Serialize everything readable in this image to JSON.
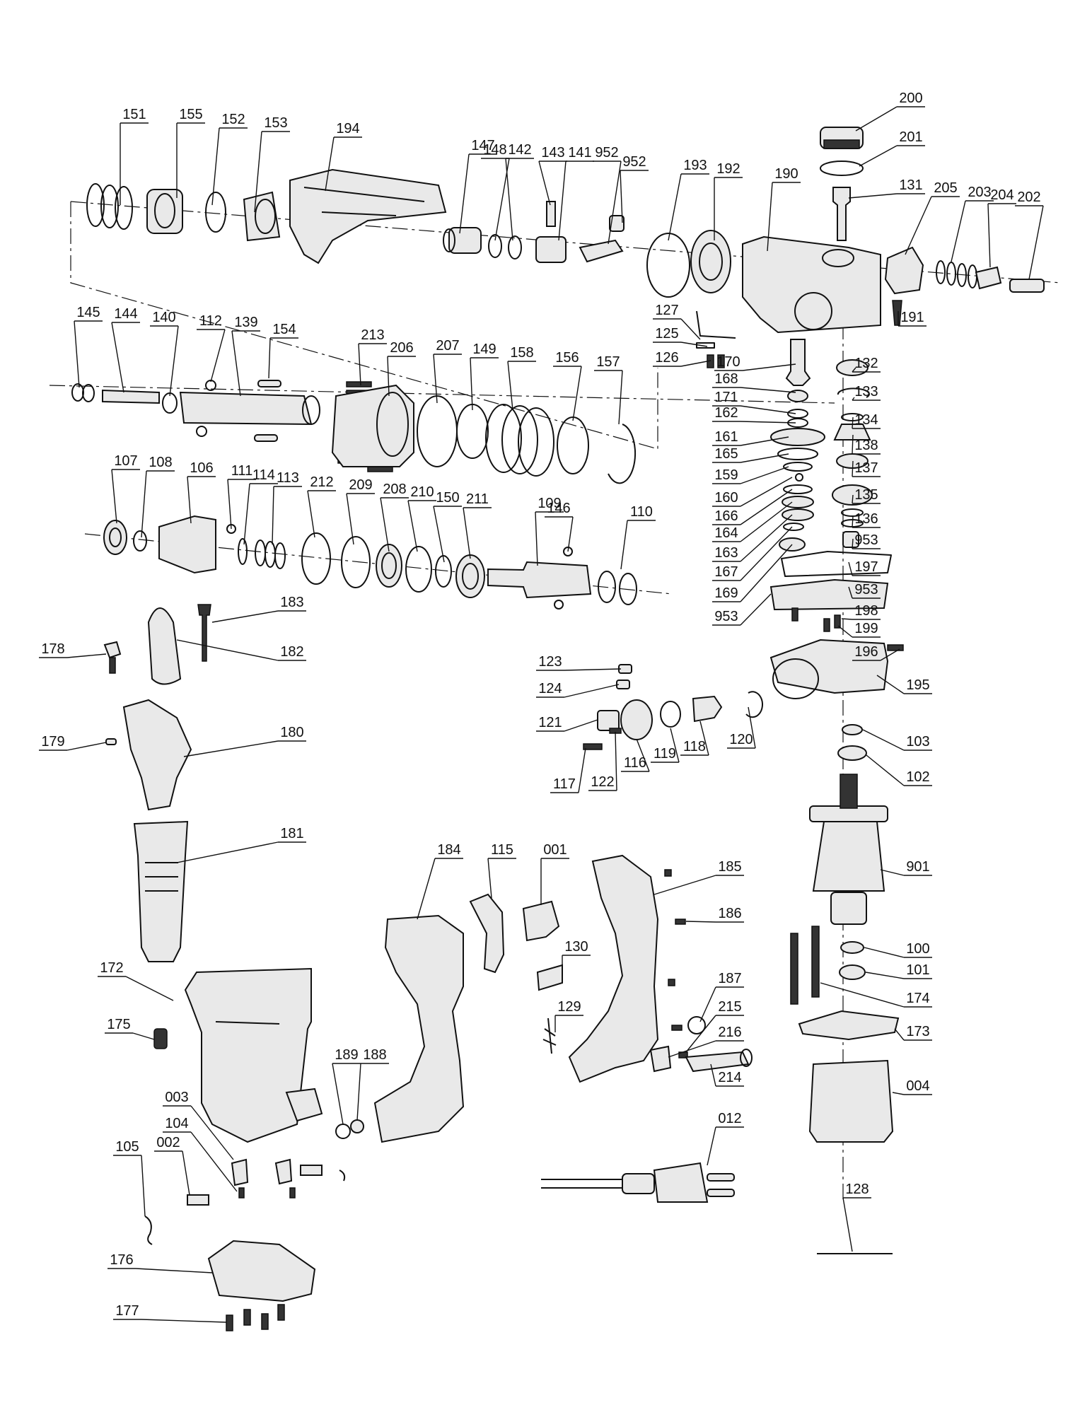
{
  "callouts": [
    "151",
    "155",
    "152",
    "153",
    "194",
    "147",
    "148",
    "142",
    "143",
    "141",
    "952",
    "952",
    "193",
    "192",
    "190",
    "200",
    "201",
    "131",
    "205",
    "203",
    "204",
    "202",
    "191",
    "145",
    "144",
    "140",
    "112",
    "139",
    "154",
    "213",
    "206",
    "207",
    "149",
    "158",
    "156",
    "157",
    "127",
    "125",
    "126",
    "170",
    "132",
    "168",
    "133",
    "171",
    "134",
    "162",
    "138",
    "161",
    "137",
    "165",
    "159",
    "160",
    "135",
    "166",
    "136",
    "164",
    "953",
    "163",
    "197",
    "167",
    "953",
    "169",
    "953",
    "198",
    "199",
    "196",
    "107",
    "108",
    "106",
    "111",
    "114",
    "113",
    "212",
    "209",
    "208",
    "210",
    "150",
    "211",
    "109",
    "146",
    "110",
    "183",
    "178",
    "182",
    "179",
    "180",
    "181",
    "123",
    "124",
    "121",
    "116",
    "119",
    "118",
    "120",
    "195",
    "103",
    "102",
    "117",
    "122",
    "901",
    "184",
    "115",
    "001",
    "185",
    "186",
    "130",
    "100",
    "101",
    "174",
    "172",
    "175",
    "129",
    "187",
    "215",
    "216",
    "214",
    "173",
    "004",
    "189",
    "188",
    "003",
    "012",
    "104",
    "105",
    "002",
    "128",
    "176",
    "177"
  ]
}
